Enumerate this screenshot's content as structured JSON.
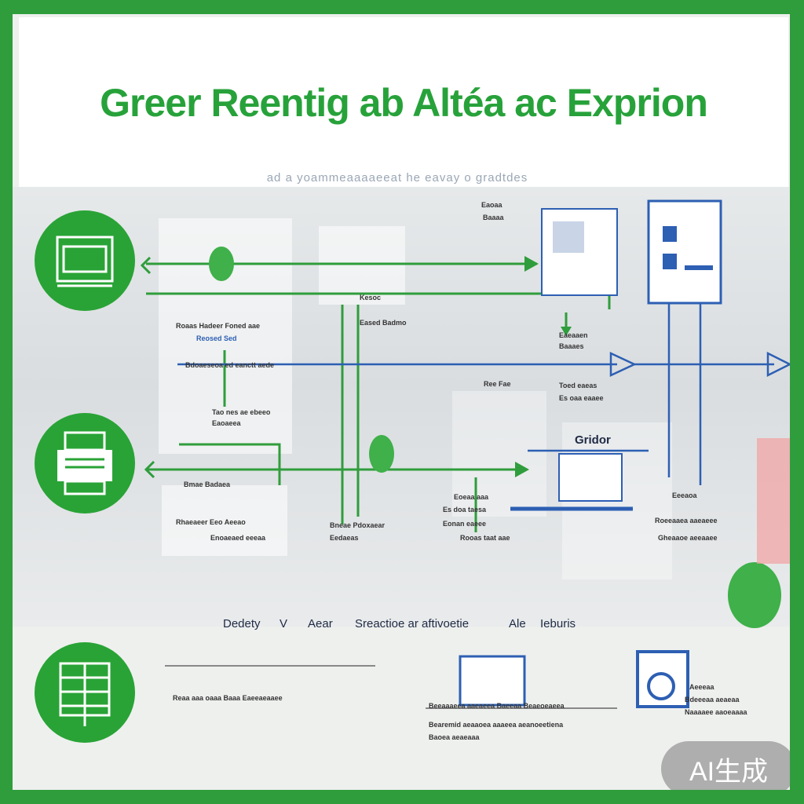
{
  "title": "Greer Reentig ab Altéa ac Exprion",
  "subtitle": "ad a yoammeaaaaeeat he eavay o gradtdes",
  "colors": {
    "green": "#2f9d3c",
    "blue": "#2d5fb3",
    "frame": "#2f9d3c"
  },
  "icons": [
    "document-stack-icon",
    "printer-icon",
    "server-rack-icon",
    "laptop-icon",
    "truck-icon",
    "plant-icon"
  ],
  "labels": {
    "l1": "Eaoaa",
    "l2": "Baaaa",
    "l3": "Kesoc",
    "l4": "Eased Badmo",
    "l5": "Roaas Hadeer Foned aae",
    "l6": "Reosed Sed",
    "l7": "Bdoaeseoa ed eanctt aede",
    "l8": "Eaeaaen",
    "l9": "Baaaes",
    "l10": "Ree Fae",
    "l11": "Toed eaeas",
    "l12": "Es oaa eaaee",
    "l13": "Tao nes ae ebeeo",
    "l14": "Eaoaeea",
    "l15": "Bmae Badaea",
    "l16": "Rhaeaeer Eeo Aeeao",
    "l17": "Enoaeaed eeeaa",
    "l18": "Bneae Pdoxaear",
    "l19": "Eedaeas",
    "l20": "Eoeaa aaa",
    "l21": "Es doa taesa",
    "l22": "Eonan eaeee",
    "l23": "Rooas taat aae",
    "l24": "Eeeaoa",
    "l25": "Roeeaaea aaeaeee",
    "l26": "Gheaaoe aeeaaee",
    "gridor": "Gridor",
    "b1": "Reaa aaa oaaa Baaa Eaeeaeaaee",
    "b2": "Beeaaaeea aaeaeea Baeeaa Beaeoeaeea",
    "b3": "Bearemid aeaaoea aaaeea aeanoeetiena",
    "b4": "Baoea aeaeaaa",
    "b5": "Aeeeaa",
    "b6": "Bdeeeaa aeaeaa",
    "b7": "Naaaaee aaoeaaaa"
  },
  "legend": [
    "Dedety",
    "V",
    "Aear",
    "Sreactioe ar aftivoetie",
    "Ale",
    "Ieburis"
  ],
  "badge": "AI生成"
}
